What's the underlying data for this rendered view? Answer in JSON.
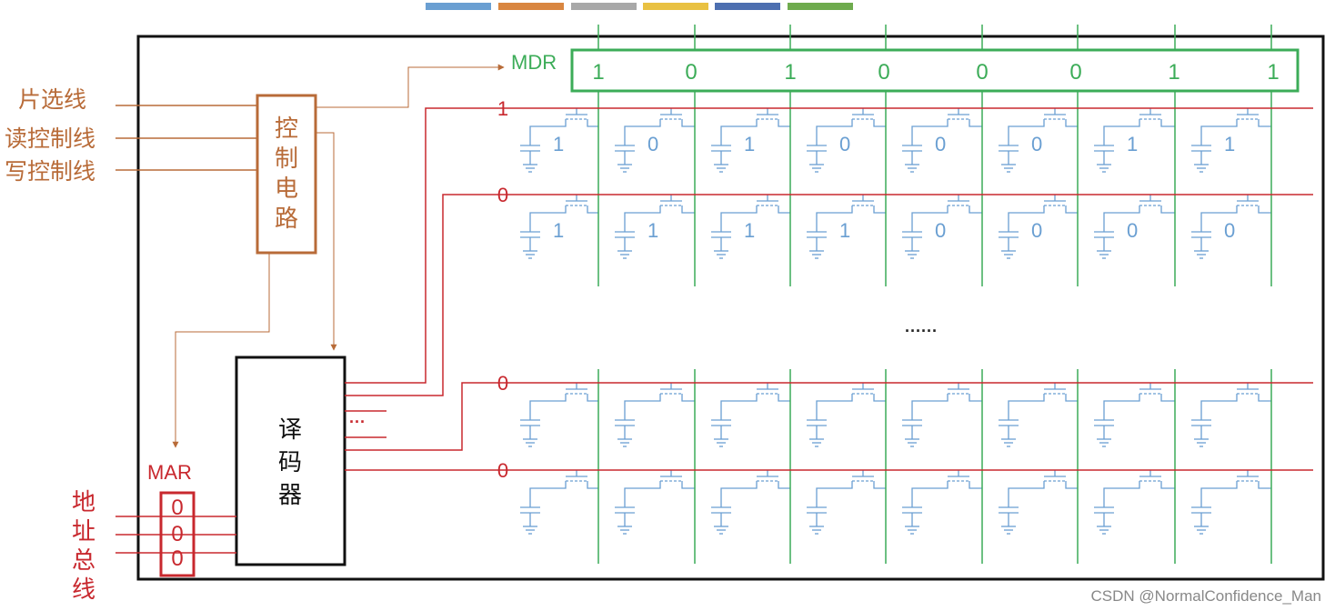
{
  "top_strip_colors": [
    "#6a9fd2",
    "#d98640",
    "#a8a8a8",
    "#e9c142",
    "#4d6fb0",
    "#6fab4e"
  ],
  "colors": {
    "control": "#b86b38",
    "red": "#c8282e",
    "green": "#3cac58",
    "blue": "#6a9fd2",
    "black": "#111111",
    "watermark": "#888888"
  },
  "input_lines": [
    "片选线",
    "读控制线",
    "写控制线"
  ],
  "control_box": [
    "控",
    "制",
    "电",
    "路"
  ],
  "decoder": [
    "译",
    "码",
    "器"
  ],
  "decoder_ellipsis": "···",
  "mar": {
    "label": "MAR",
    "bits": [
      "0",
      "0",
      "0"
    ]
  },
  "address_bus": [
    "地",
    "址",
    "总",
    "线"
  ],
  "mdr": {
    "label": "MDR",
    "bits": [
      "1",
      "0",
      "1",
      "0",
      "0",
      "0",
      "1",
      "1"
    ]
  },
  "word_line_values": [
    "1",
    "0",
    "0",
    "0"
  ],
  "cell_rows": [
    [
      "1",
      "0",
      "1",
      "0",
      "0",
      "0",
      "1",
      "1"
    ],
    [
      "1",
      "1",
      "1",
      "1",
      "0",
      "0",
      "0",
      "0"
    ],
    [
      "",
      "",
      "",
      "",
      "",
      "",
      "",
      ""
    ],
    [
      "",
      "",
      "",
      "",
      "",
      "",
      "",
      ""
    ]
  ],
  "row_ellipsis": "······",
  "watermark": "CSDN @NormalConfidence_Man"
}
